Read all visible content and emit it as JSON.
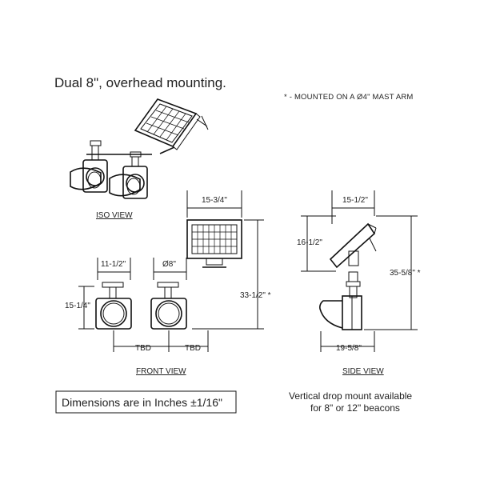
{
  "title": "Dual 8\", overhead mounting.",
  "mast_note": "* - MOUNTED ON A Ø4\" MAST ARM",
  "labels": {
    "iso_view": "ISO VIEW",
    "front_view": "FRONT VIEW",
    "side_view": "SIDE VIEW"
  },
  "dimensions": {
    "solar_width": "15-3/4\"",
    "bracket_width": "11-1/2\"",
    "lens_diameter": "Ø8\"",
    "front_height": "15-1/4\"",
    "overall_height": "33-1/2\" *",
    "spacing_left": "TBD",
    "spacing_right": "TBD",
    "side_top_width": "15-1/2\"",
    "side_panel_height": "16-1/2\"",
    "side_overall_height": "35-5/8\" *",
    "side_bottom_width": "19-5/8\""
  },
  "tolerance_box": "Dimensions are in Inches ±1/16\"",
  "footnote": {
    "line1": "Vertical drop mount available",
    "line2": "for 8\" or 12\" beacons"
  }
}
